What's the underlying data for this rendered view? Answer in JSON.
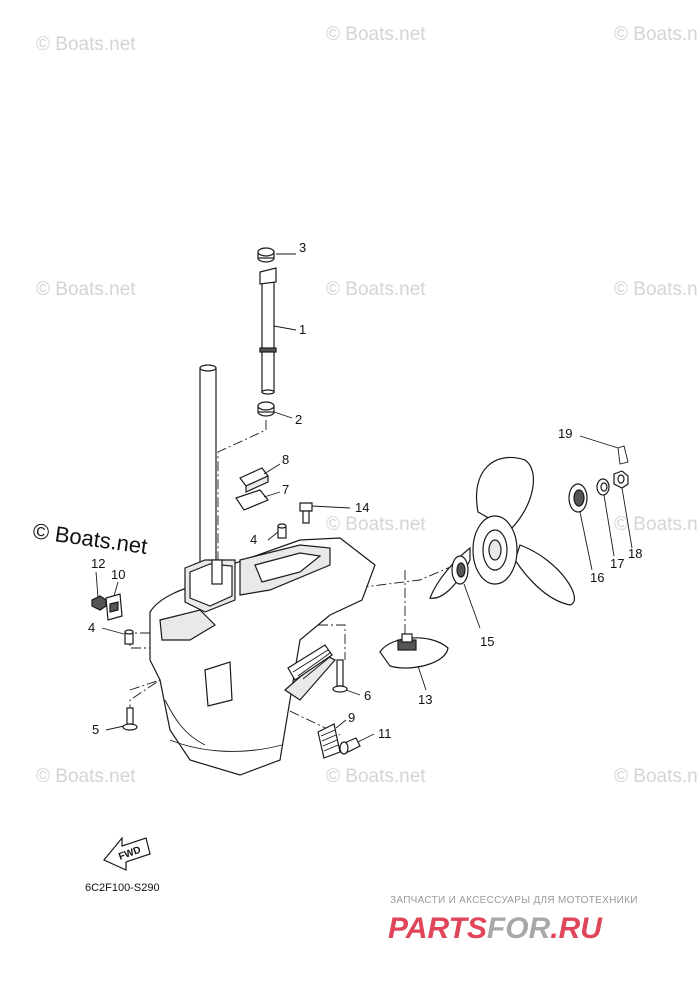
{
  "watermarks": {
    "light": "© Boats.net",
    "strong": "© Boats.net"
  },
  "callouts": {
    "c1": "1",
    "c2": "2",
    "c3": "3",
    "c4a": "4",
    "c4b": "4",
    "c5": "5",
    "c6": "6",
    "c7": "7",
    "c8": "8",
    "c9": "9",
    "c10": "10",
    "c11": "11",
    "c12": "12",
    "c13": "13",
    "c14": "14",
    "c15": "15",
    "c16": "16",
    "c17": "17",
    "c18": "18",
    "c19": "19"
  },
  "fwd_label": "FWD",
  "diagram_code": "6C2F100-S290",
  "brand": {
    "tagline": "ЗАПЧАСТИ И АКСЕССУАРЫ ДЛЯ МОТОТЕХНИКИ",
    "name_left": "PARTS",
    "name_mid": "FOR",
    "name_right": ".RU",
    "color_red": "#e0455a",
    "color_grey": "#a8a8a8"
  }
}
